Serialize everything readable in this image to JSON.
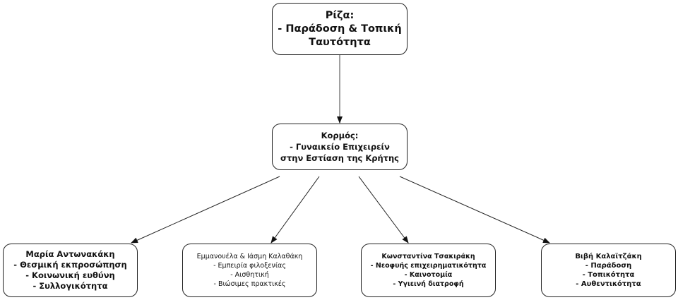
{
  "diagram": {
    "root": {
      "lines": [
        "Ρίζα:",
        "- Παράδοση & Τοπική",
        "Ταυτότητα"
      ]
    },
    "trunk": {
      "lines": [
        "Κορμός:",
        "- Γυναικείο Επιχειρείν",
        "στην Εστίαση της  Κρήτης"
      ]
    },
    "leaves": [
      {
        "lines": [
          "Μαρία Αντωνακάκη",
          "- Θεσμική εκπροσώπηση",
          "- Κοινωνική ευθύνη",
          "- Συλλογικότητα"
        ]
      },
      {
        "lines": [
          "Εμμανουέλα & Ιάσμη Καλαθάκη",
          "- Εμπειρία φιλοξενίας",
          "- Αισθητική",
          "- Βιώσιμες πρακτικές"
        ]
      },
      {
        "lines": [
          "Κωνσταντίνα Τσακιράκη",
          "- Νεοφυής επιχειρηματικότητα",
          "- Καινοτομία",
          "- Υγιεινή διατροφή"
        ]
      },
      {
        "lines": [
          "Βιβή Καλαϊτζάκη",
          "- Παράδοση",
          "- Τοπικότητα",
          "- Αυθεντικότητα"
        ]
      }
    ],
    "edges": [
      {
        "from": "root",
        "to": "trunk"
      },
      {
        "from": "trunk",
        "to": "leaf-0"
      },
      {
        "from": "trunk",
        "to": "leaf-1"
      },
      {
        "from": "trunk",
        "to": "leaf-2"
      },
      {
        "from": "trunk",
        "to": "leaf-3"
      }
    ],
    "colors": {
      "stroke": "#222222",
      "background": "#ffffff"
    }
  }
}
